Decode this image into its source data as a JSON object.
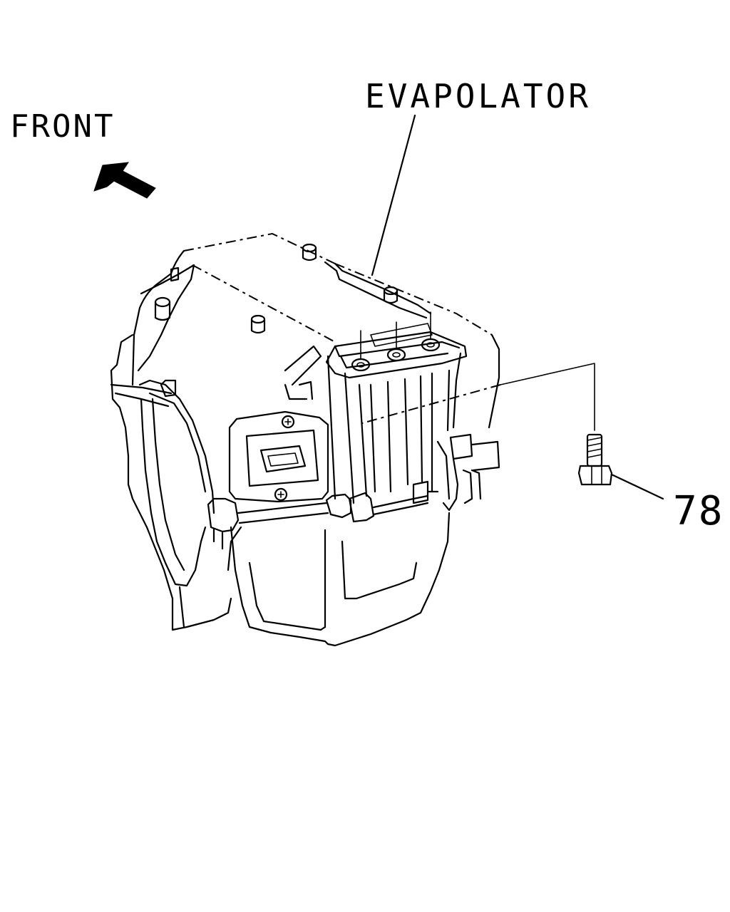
{
  "labels": {
    "front": "FRONT",
    "evaporator": "EVAPOLATOR",
    "part_number": "78"
  },
  "icons": {
    "direction_arrow": "front-arrow-icon",
    "bolt": "bolt-icon"
  },
  "colors": {
    "line": "#000000",
    "background": "#ffffff"
  }
}
